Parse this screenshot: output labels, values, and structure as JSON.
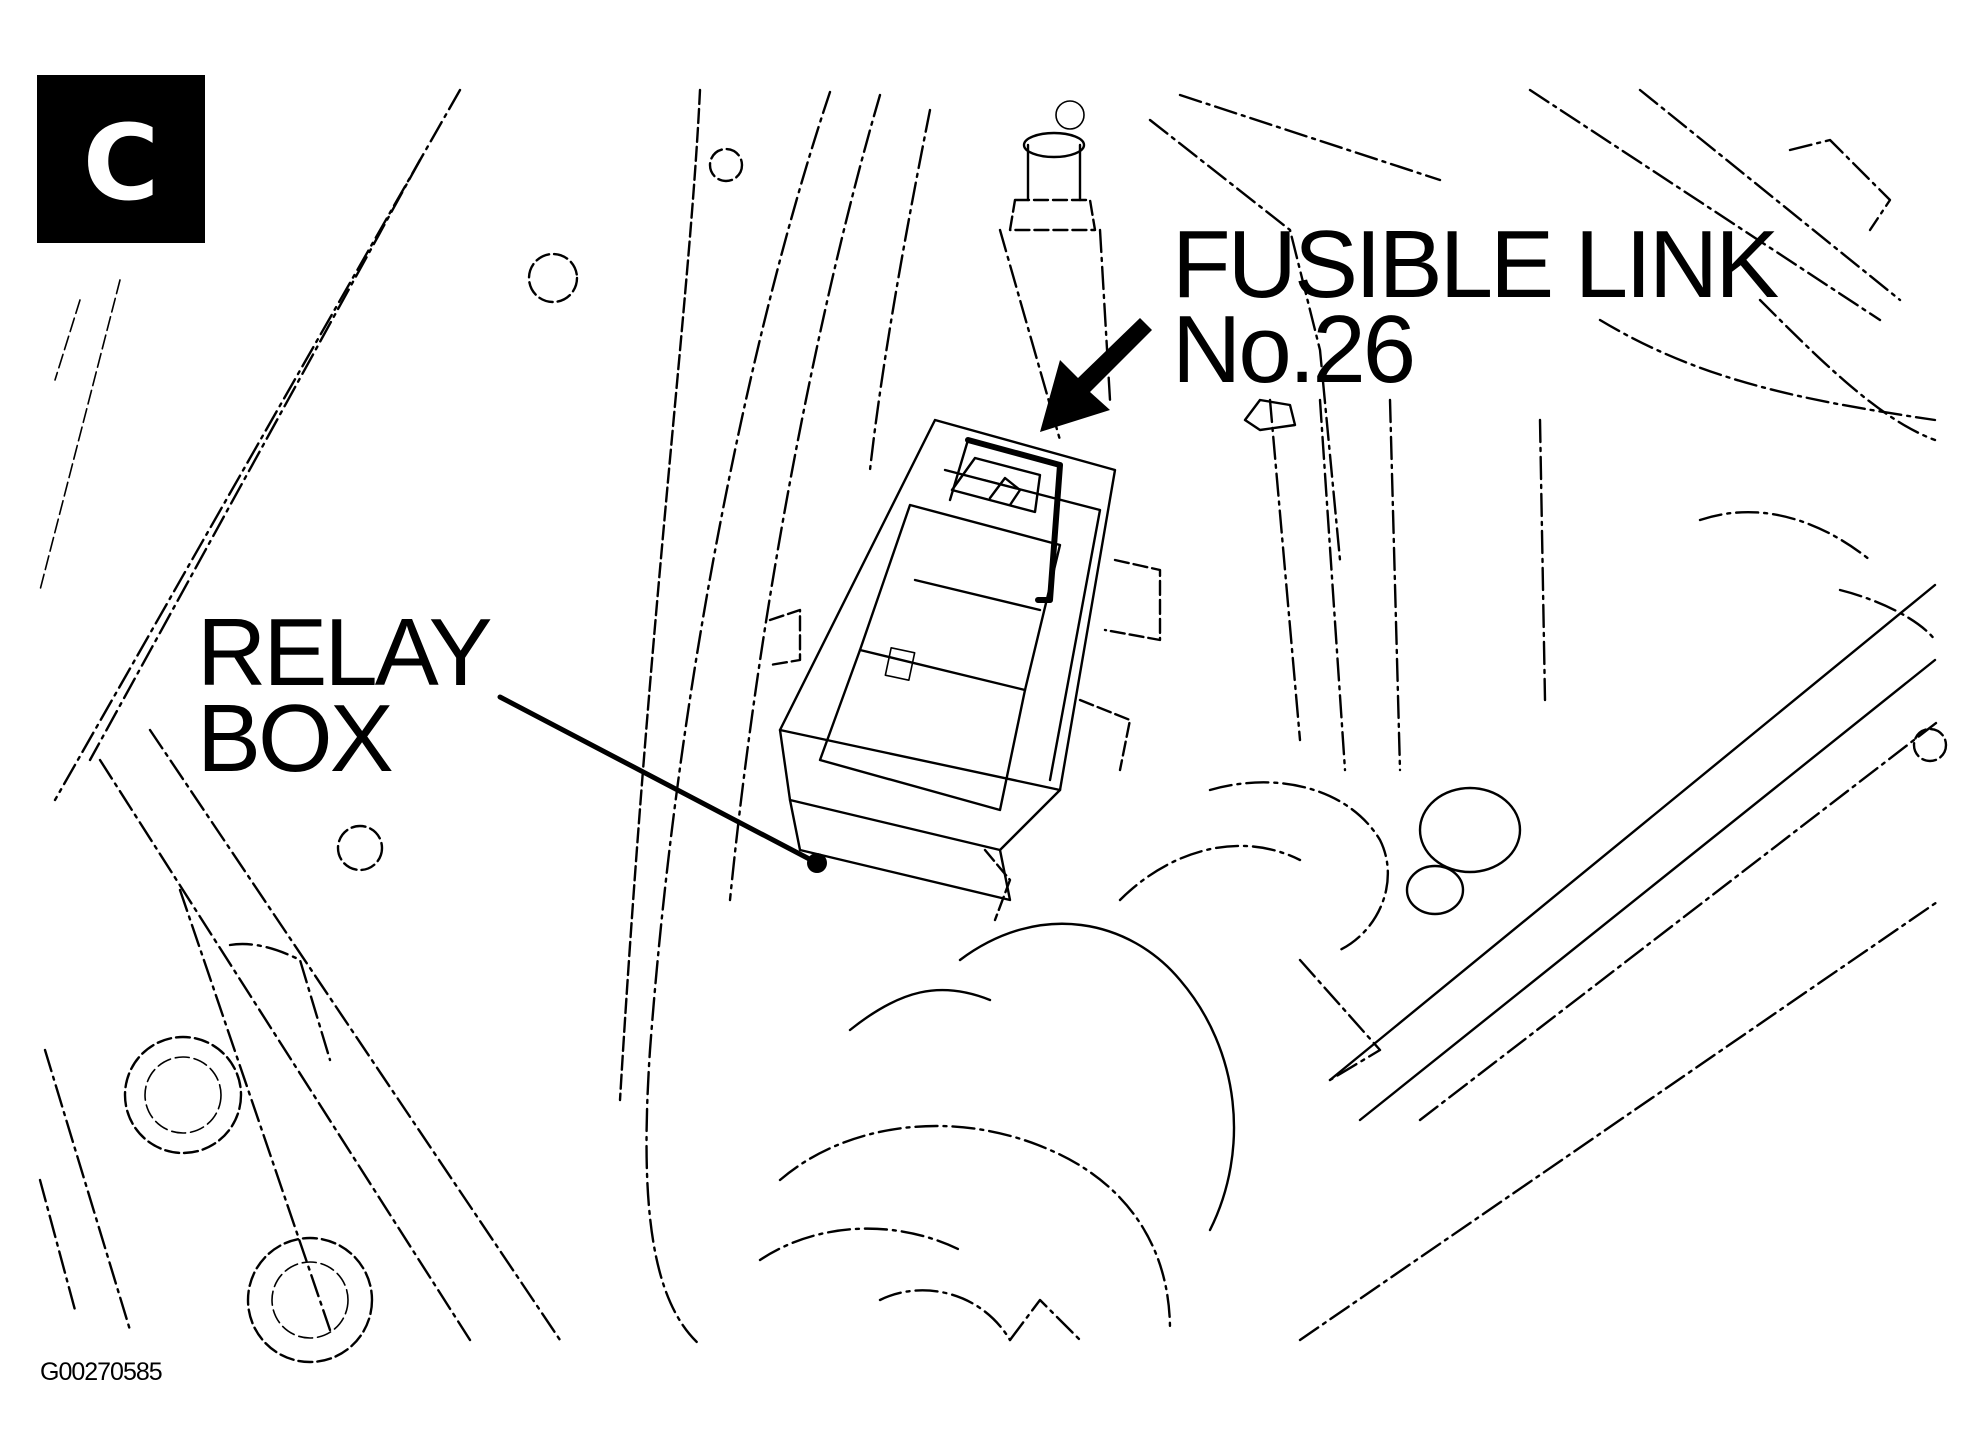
{
  "badge": {
    "letter": "C",
    "background": "#000000",
    "color": "#ffffff"
  },
  "labels": {
    "fusible_link_line1": "FUSIBLE LINK",
    "fusible_link_line2": "No.26",
    "relay_box_line1": "RELAY",
    "relay_box_line2": "BOX"
  },
  "figure_code": "G00270585",
  "colors": {
    "ink": "#000000",
    "paper": "#ffffff"
  }
}
